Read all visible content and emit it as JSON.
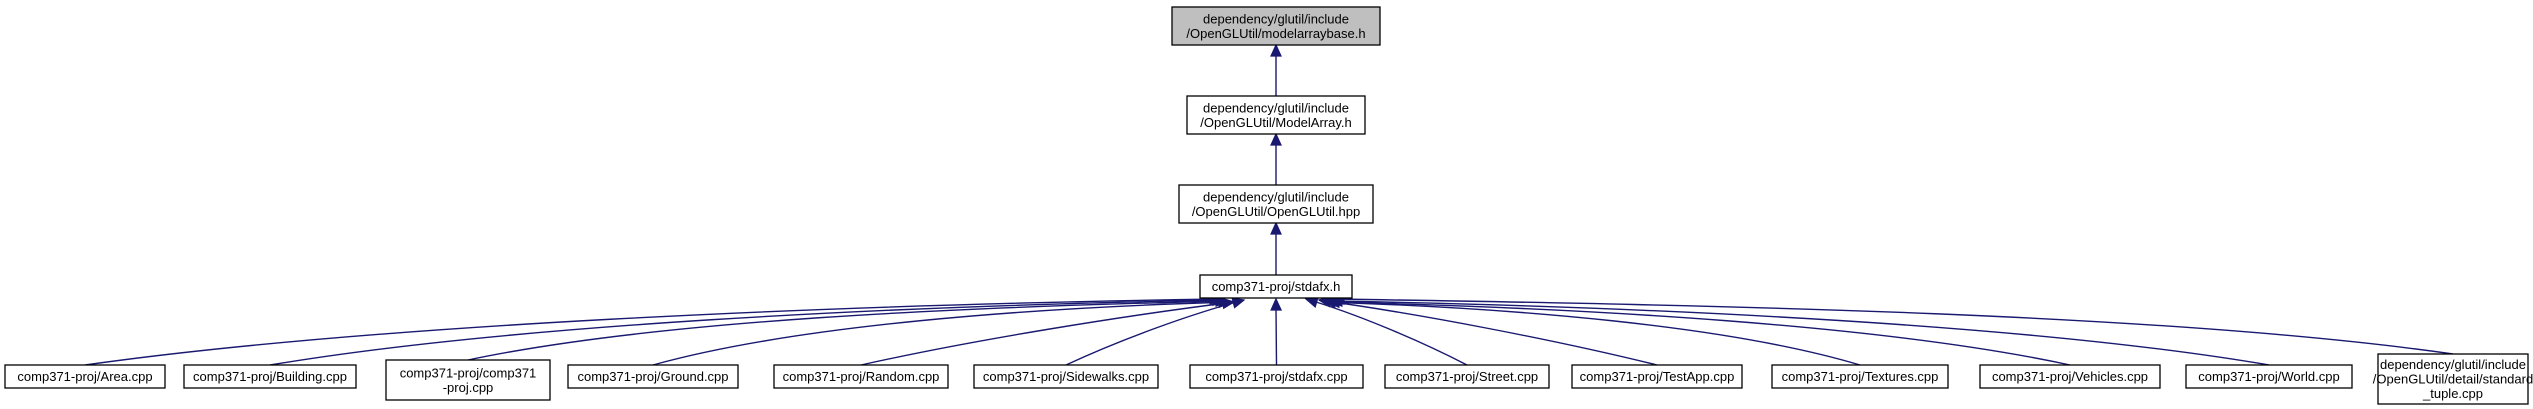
{
  "graph": {
    "nodes": [
      {
        "id": "modelarraybase",
        "lines": [
          "dependency/glutil/include",
          "/OpenGLUtil/modelarraybase.h"
        ],
        "highlighted": true
      },
      {
        "id": "modelarray",
        "lines": [
          "dependency/glutil/include",
          "/OpenGLUtil/ModelArray.h"
        ]
      },
      {
        "id": "openglutil",
        "lines": [
          "dependency/glutil/include",
          "/OpenGLUtil/OpenGLUtil.hpp"
        ]
      },
      {
        "id": "stdafx_h",
        "lines": [
          "comp371-proj/stdafx.h"
        ]
      },
      {
        "id": "area",
        "lines": [
          "comp371-proj/Area.cpp"
        ]
      },
      {
        "id": "building",
        "lines": [
          "comp371-proj/Building.cpp"
        ]
      },
      {
        "id": "comp371",
        "lines": [
          "comp371-proj/comp371",
          "-proj.cpp"
        ]
      },
      {
        "id": "ground",
        "lines": [
          "comp371-proj/Ground.cpp"
        ]
      },
      {
        "id": "random",
        "lines": [
          "comp371-proj/Random.cpp"
        ]
      },
      {
        "id": "sidewalks",
        "lines": [
          "comp371-proj/Sidewalks.cpp"
        ]
      },
      {
        "id": "stdafx_cpp",
        "lines": [
          "comp371-proj/stdafx.cpp"
        ]
      },
      {
        "id": "street",
        "lines": [
          "comp371-proj/Street.cpp"
        ]
      },
      {
        "id": "testapp",
        "lines": [
          "comp371-proj/TestApp.cpp"
        ]
      },
      {
        "id": "textures",
        "lines": [
          "comp371-proj/Textures.cpp"
        ]
      },
      {
        "id": "vehicles",
        "lines": [
          "comp371-proj/Vehicles.cpp"
        ]
      },
      {
        "id": "world",
        "lines": [
          "comp371-proj/World.cpp"
        ]
      },
      {
        "id": "standard_tuple",
        "lines": [
          "dependency/glutil/include",
          "/OpenGLUtil/detail/standard",
          "_tuple.cpp"
        ]
      }
    ],
    "edges": [
      {
        "from": "modelarray",
        "to": "modelarraybase"
      },
      {
        "from": "openglutil",
        "to": "modelarray"
      },
      {
        "from": "stdafx_h",
        "to": "openglutil"
      },
      {
        "from": "area",
        "to": "stdafx_h"
      },
      {
        "from": "building",
        "to": "stdafx_h"
      },
      {
        "from": "comp371",
        "to": "stdafx_h"
      },
      {
        "from": "ground",
        "to": "stdafx_h"
      },
      {
        "from": "random",
        "to": "stdafx_h"
      },
      {
        "from": "sidewalks",
        "to": "stdafx_h"
      },
      {
        "from": "stdafx_cpp",
        "to": "stdafx_h"
      },
      {
        "from": "street",
        "to": "stdafx_h"
      },
      {
        "from": "testapp",
        "to": "stdafx_h"
      },
      {
        "from": "textures",
        "to": "stdafx_h"
      },
      {
        "from": "vehicles",
        "to": "stdafx_h"
      },
      {
        "from": "world",
        "to": "stdafx_h"
      },
      {
        "from": "standard_tuple",
        "to": "stdafx_h"
      }
    ]
  }
}
